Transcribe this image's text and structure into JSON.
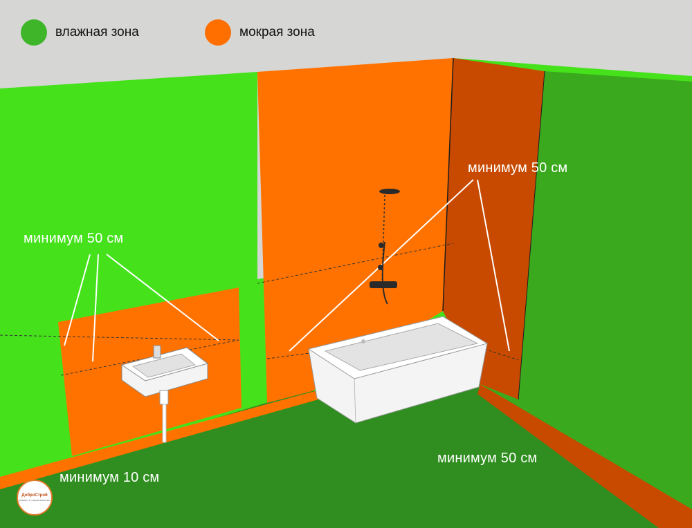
{
  "legend": [
    {
      "label": "влажная зона",
      "color": "#3fb52a"
    },
    {
      "label": "мокрая зона",
      "color": "#ff6f00"
    }
  ],
  "colors": {
    "wet_zone": "#ff7200",
    "wet_zone_shade": "#c84a00",
    "damp_zone": "#45e21c",
    "damp_zone_right": "#32a91a",
    "floor": "#2e8b1e",
    "ceiling": "#d6d6d4"
  },
  "annotations": {
    "sink_wall": "минимум 50 см",
    "bath_wall": "минимум 50 см",
    "floor_bath": "минимум 50 см",
    "floor_sink": "минимум 10 см"
  },
  "logo": {
    "name": "ДоброСтрой",
    "sub": "ремонт и строительство"
  }
}
